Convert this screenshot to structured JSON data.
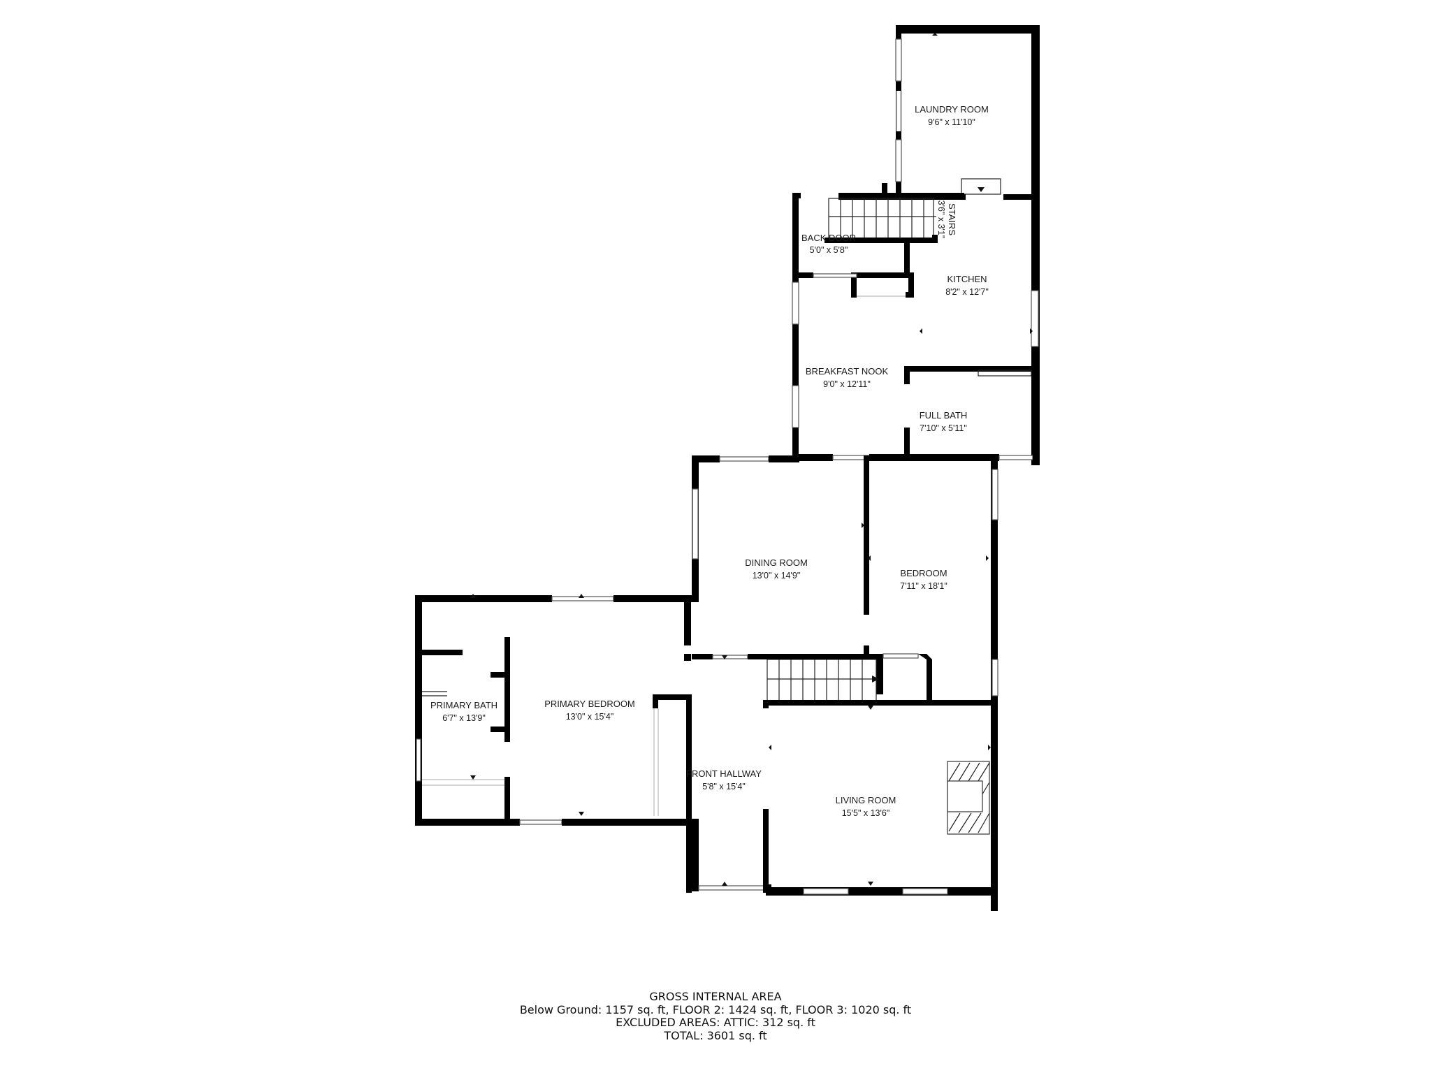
{
  "floorplan": {
    "rooms": [
      {
        "id": "laundry",
        "name": "LAUNDRY ROOM",
        "dimensions": "9'6\" x 11'10\""
      },
      {
        "id": "stairs_upper",
        "name": "STAIRS",
        "dimensions": "3'6\" x 3'1\""
      },
      {
        "id": "back_door",
        "name": "BACK DOOR",
        "dimensions": "5'0\" x 5'8\""
      },
      {
        "id": "kitchen",
        "name": "KITCHEN",
        "dimensions": "8'2\" x 12'7\""
      },
      {
        "id": "breakfast_nook",
        "name": "BREAKFAST NOOK",
        "dimensions": "9'0\" x 12'11\""
      },
      {
        "id": "full_bath",
        "name": "FULL BATH",
        "dimensions": "7'10\" x 5'11\""
      },
      {
        "id": "dining_room",
        "name": "DINING ROOM",
        "dimensions": "13'0\" x 14'9\""
      },
      {
        "id": "bedroom",
        "name": "BEDROOM",
        "dimensions": "7'11\" x 18'1\""
      },
      {
        "id": "primary_bath",
        "name": "PRIMARY BATH",
        "dimensions": "6'7\" x 13'9\""
      },
      {
        "id": "primary_bedroom",
        "name": "PRIMARY BEDROOM",
        "dimensions": "13'0\" x 15'4\""
      },
      {
        "id": "front_hallway",
        "name": "FRONT HALLWAY",
        "dimensions": "5'8\" x 15'4\""
      },
      {
        "id": "living_room",
        "name": "LIVING ROOM",
        "dimensions": "15'5\" x 13'6\""
      }
    ]
  },
  "footer": {
    "title": "GROSS INTERNAL AREA",
    "floors_line": "Below Ground: 1157 sq. ft, FLOOR 2: 1424 sq. ft, FLOOR 3: 1020 sq. ft",
    "excluded_line": "EXCLUDED AREAS: ATTIC: 312 sq. ft",
    "total_line": "TOTAL: 3601 sq. ft"
  }
}
